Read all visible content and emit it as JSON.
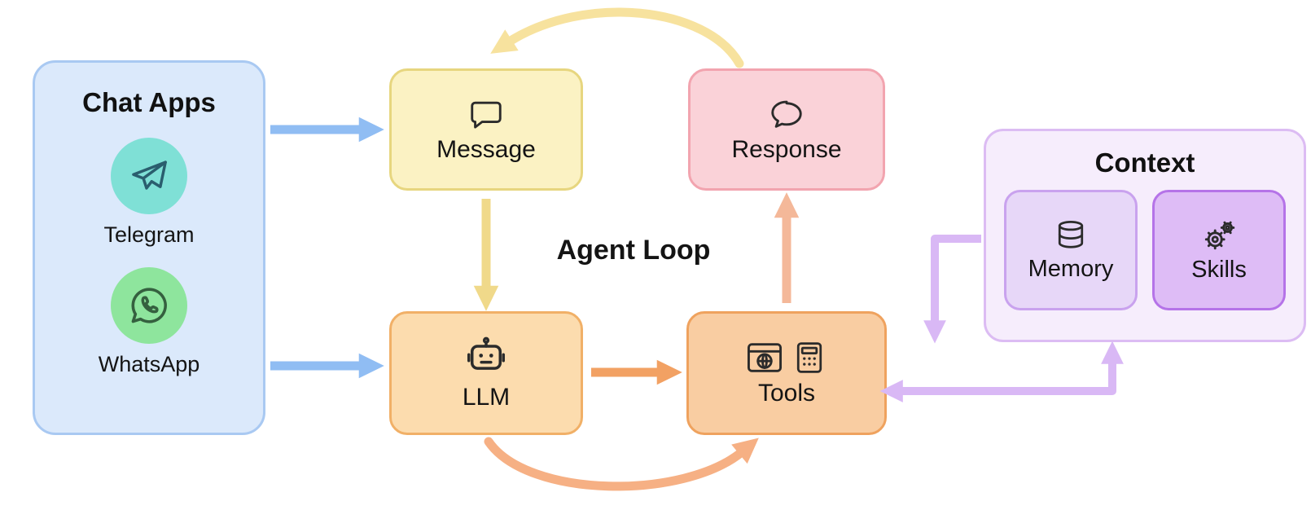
{
  "center_label": "Agent Loop",
  "chat_apps": {
    "title": "Chat Apps",
    "items": [
      {
        "label": "Telegram"
      },
      {
        "label": "WhatsApp"
      }
    ]
  },
  "nodes": {
    "message": {
      "label": "Message"
    },
    "response": {
      "label": "Response"
    },
    "llm": {
      "label": "LLM"
    },
    "tools": {
      "label": "Tools"
    }
  },
  "context": {
    "title": "Context",
    "items": [
      {
        "label": "Memory"
      },
      {
        "label": "Skills"
      }
    ]
  },
  "edges": [
    {
      "from": "chat-apps",
      "to": "message"
    },
    {
      "from": "chat-apps",
      "to": "llm"
    },
    {
      "from": "message",
      "to": "llm"
    },
    {
      "from": "llm",
      "to": "tools"
    },
    {
      "from": "tools",
      "to": "response"
    },
    {
      "from": "response",
      "to": "message"
    },
    {
      "from": "llm",
      "to": "tools",
      "via": "bottom-loop"
    },
    {
      "from": "context",
      "to": "tools"
    },
    {
      "from": "tools",
      "to": "context",
      "bidirectional": true
    }
  ],
  "colors": {
    "chat_apps_fill": "#dbe9fb",
    "chat_apps_border": "#a9c9f2",
    "telegram_circle": "#7fe0d6",
    "whatsapp_circle": "#8ee59d",
    "message_fill": "#fbf2c3",
    "message_border": "#e7d67f",
    "response_fill": "#fad2d8",
    "response_border": "#f2a4af",
    "llm_fill": "#fcdcae",
    "llm_border": "#f1b067",
    "tools_fill": "#f9cda2",
    "tools_border": "#efa25e",
    "context_fill": "#f6edfc",
    "context_border": "#dcbcf3",
    "memory_fill": "#e7d7f8",
    "memory_border": "#c9a2ee",
    "skills_fill": "#debcf6",
    "skills_border": "#b573e8",
    "arrow_blue": "#90bdf3",
    "arrow_yellow": "#f0d98a",
    "arrow_yellow_light": "#f7e29e",
    "arrow_orange": "#f2a163",
    "arrow_salmon": "#f4b899",
    "arrow_salmon_light": "#f6b084",
    "arrow_purple": "#d9b8f5"
  }
}
